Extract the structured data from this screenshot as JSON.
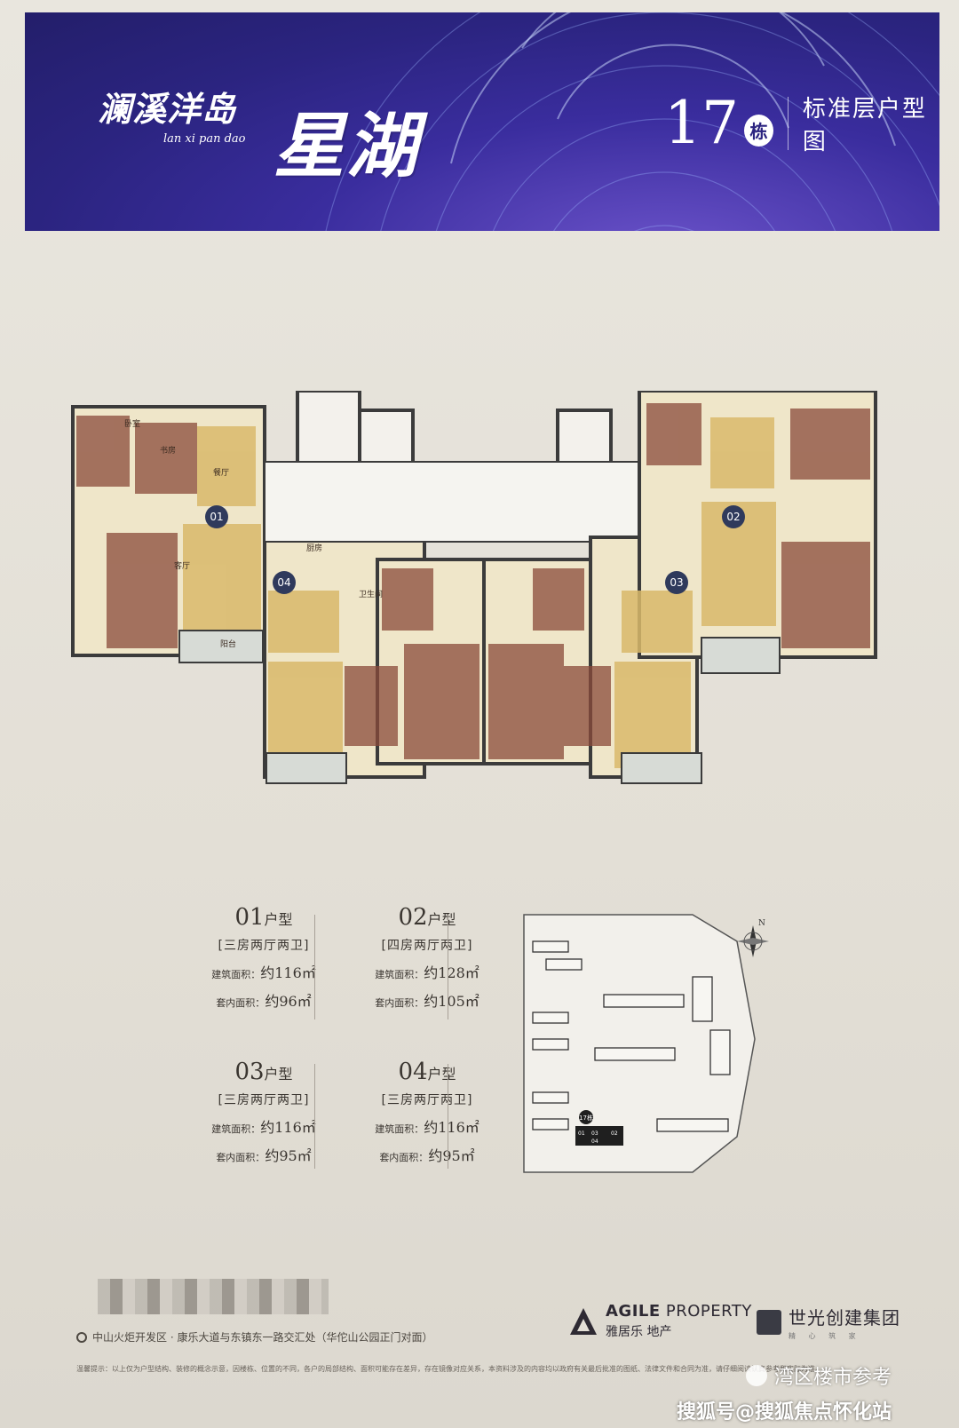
{
  "header": {
    "logo_cn": "澜溪洋岛",
    "logo_pinyin": "lan xi pan dao",
    "project_name": "星湖",
    "building_number": "17",
    "building_unit": "栋",
    "plan_title": "标准层户型图"
  },
  "plan_labels": {
    "unit_01": "01",
    "unit_02": "02",
    "unit_03": "03",
    "unit_04": "04",
    "living": "客厅",
    "dining": "餐厅",
    "bedroom": "卧室",
    "study": "书房",
    "kitchen": "厨房",
    "bath": "卫生间",
    "balcony": "阳台"
  },
  "unit_specs": [
    {
      "code": "01",
      "suffix": "户型",
      "rooms": "[三房两厅两卫]",
      "gfa_label": "建筑面积：",
      "gfa": "约116㎡",
      "net_label": "套内面积：",
      "net": "约96㎡"
    },
    {
      "code": "02",
      "suffix": "户型",
      "rooms": "[四房两厅两卫]",
      "gfa_label": "建筑面积：",
      "gfa": "约128㎡",
      "net_label": "套内面积：",
      "net": "约105㎡"
    },
    {
      "code": "03",
      "suffix": "户型",
      "rooms": "[三房两厅两卫]",
      "gfa_label": "建筑面积：",
      "gfa": "约116㎡",
      "net_label": "套内面积：",
      "net": "约95㎡"
    },
    {
      "code": "04",
      "suffix": "户型",
      "rooms": "[三房两厅两卫]",
      "gfa_label": "建筑面积：",
      "gfa": "约116㎡",
      "net_label": "套内面积：",
      "net": "约95㎡"
    }
  ],
  "site_map": {
    "north": "N",
    "building_tag": "17栋",
    "unit_tags": [
      "01",
      "03",
      "04",
      "02"
    ]
  },
  "footer": {
    "address": "中山火炬开发区 · 康乐大道与东镇东一路交汇处（华佗山公园正门对面）",
    "agile_en_bold": "AGILE",
    "agile_en": " PROPERTY",
    "agile_cn": "雅居乐 地产",
    "partner": "世光创建集团",
    "partner_sub": "精 心 筑 家",
    "notice": "温馨提示：以上仅为户型结构、装修的概念示意，因楼栋、位置的不同，各户的局部结构、面积可能存在差异，存在镜像对应关系，本资料涉及的内容均以政府有关最后批准的图纸、法律文件和合同为准，请仔细阅读认真参考和实际为准。"
  },
  "watermark": {
    "line1": "湾区楼市参考",
    "line2": "搜狐号@搜狐焦点怀化站"
  }
}
